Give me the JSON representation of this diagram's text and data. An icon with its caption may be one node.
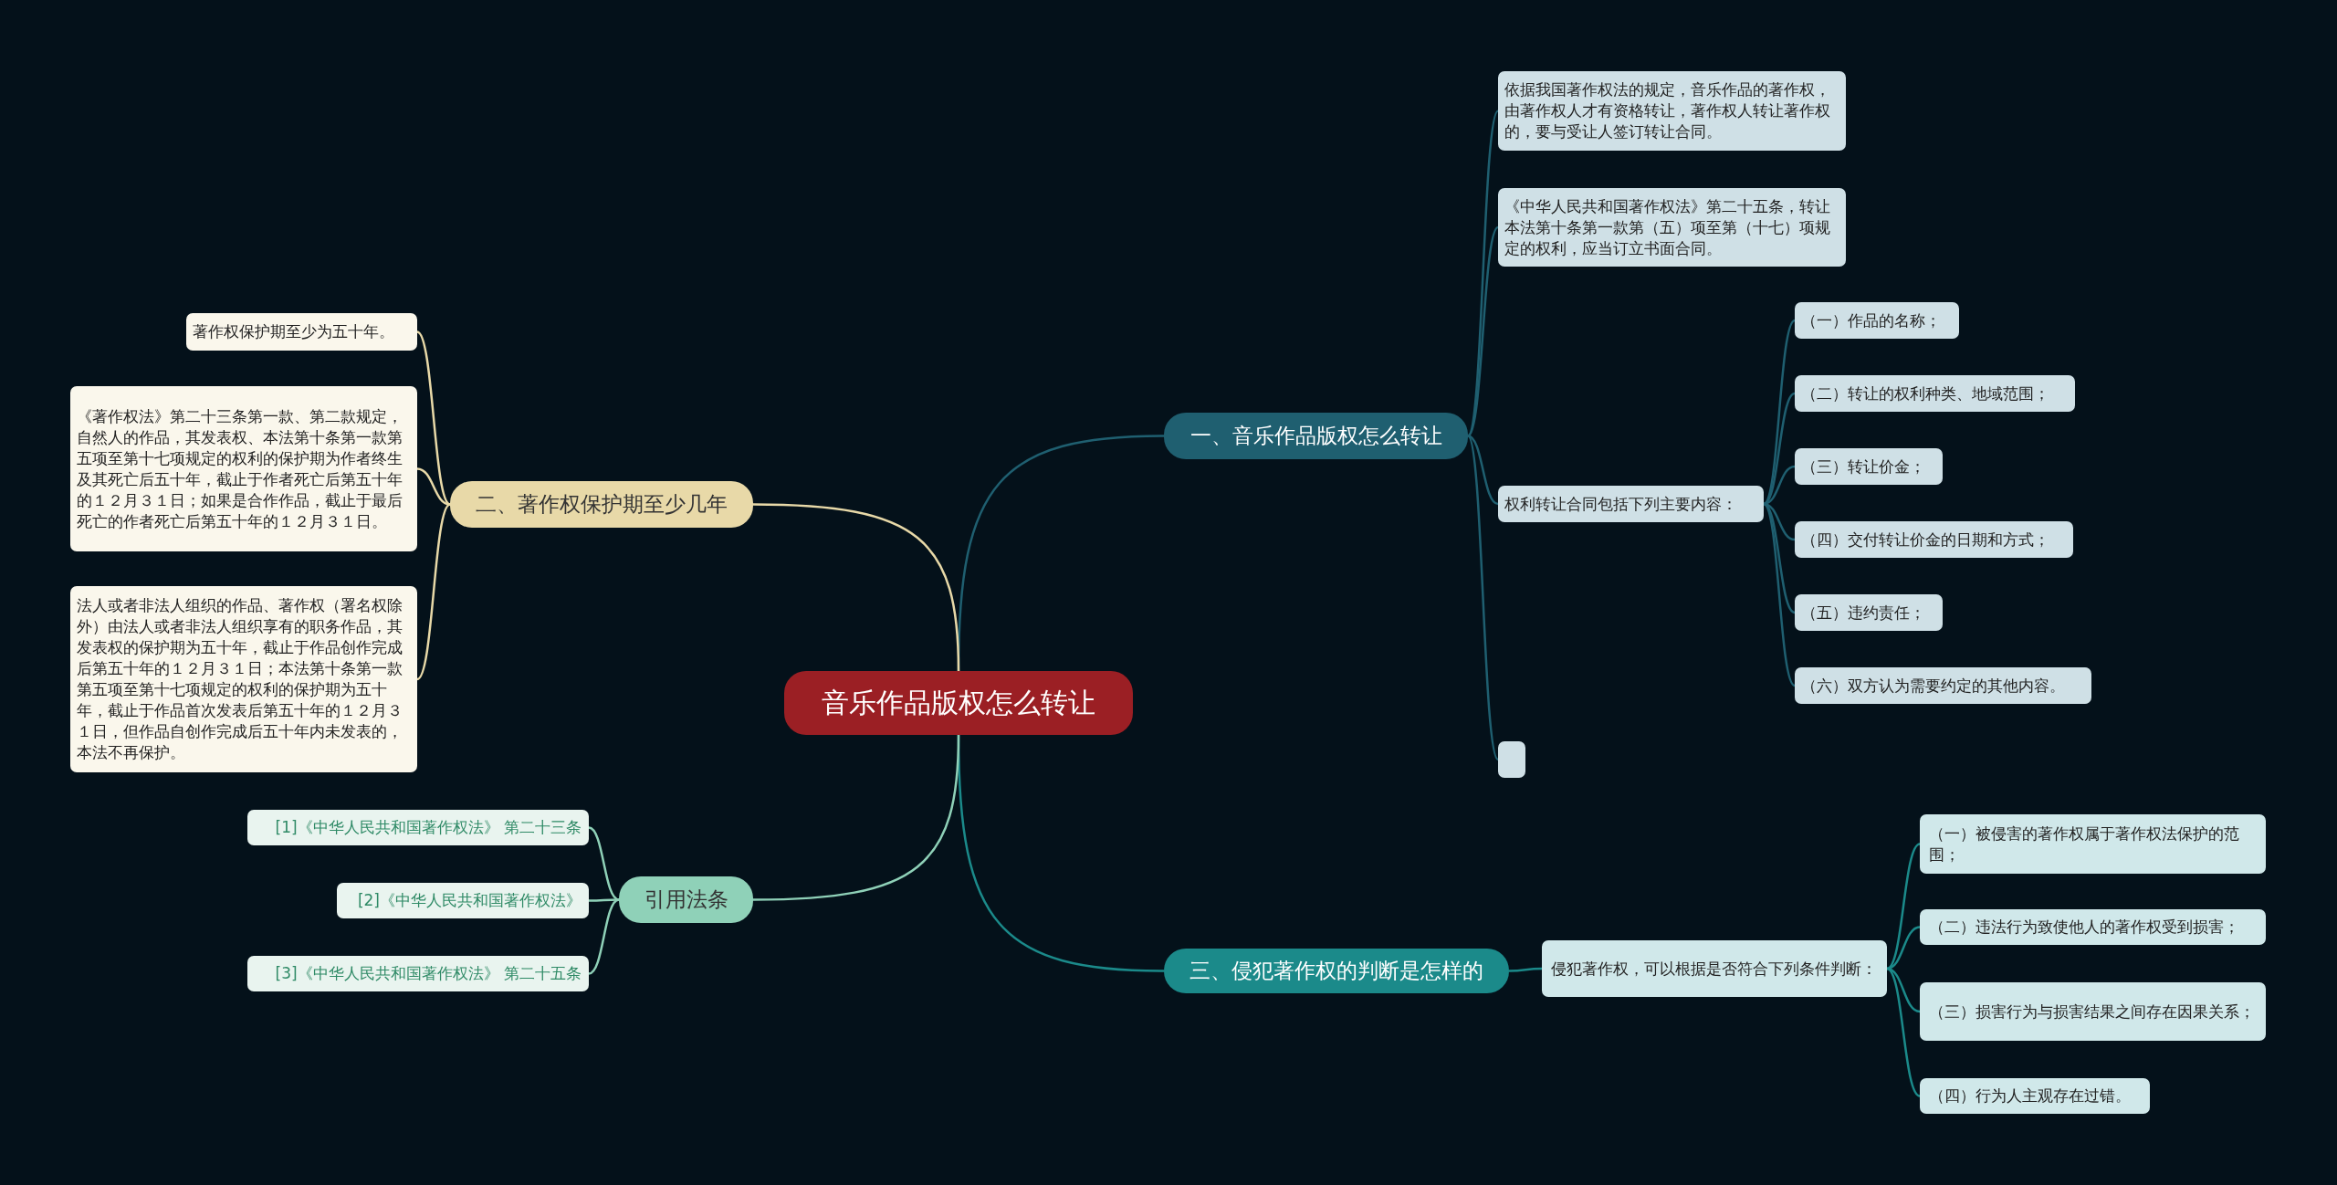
{
  "diagram": {
    "nodes": [
      {
        "text": [
          "音乐作品版权怎么转让"
        ]
      },
      {
        "text": [
          "一、音乐作品版权怎么转让"
        ]
      },
      {
        "text": [
          "依据我国著作权法的规定，音乐作品的著作权，由著作权人才有资格转让，著作权人转让著作权的，要与受让人签订转让合同。"
        ]
      },
      {
        "text": [
          "《中华人民共和国著作权法》第二十五条，转让本法第十条第一款第（五）项至第（十七）项规定的权利，应当订立书面合同。"
        ]
      },
      {
        "text": [
          "权利转让合同包括下列主要内容："
        ]
      },
      {
        "text": [
          "（一）作品的名称；"
        ]
      },
      {
        "text": [
          "（二）转让的权利种类、地域范围；"
        ]
      },
      {
        "text": [
          "（三）转让价金；"
        ]
      },
      {
        "text": [
          "（四）交付转让价金的日期和方式；"
        ]
      },
      {
        "text": [
          "（五）违约责任；"
        ]
      },
      {
        "text": [
          "（六）双方认为需要约定的其他内容。"
        ]
      },
      {
        "text": [],
        "shape": "box"
      },
      {
        "text": [
          "三、侵犯著作权的判断是怎样的"
        ]
      },
      {
        "text": [
          "侵犯著作权，可以根据是否符合下列条件判断："
        ]
      },
      {
        "text": [
          "（一）被侵害的著作权属于著作权法保护的范围；"
        ]
      },
      {
        "text": [
          "（二）违法行为致使他人的著作权受到损害；"
        ]
      },
      {
        "text": [
          "（三）损害行为与损害结果之间存在因果关系；"
        ]
      },
      {
        "text": [
          "（四）行为人主观存在过错。"
        ]
      },
      {
        "text": [
          "二、著作权保护期至少几年"
        ]
      },
      {
        "text": [
          "著作权保护期至少为五十年。"
        ]
      },
      {
        "text": [
          "《著作权法》第二十三条第一款、第二款规定，自然人的作品，其发表权、本法第十条第一款第五项至第十七项规定的权利的保护期为作者终生及其死亡后五十年，截止于作者死亡后第五十年的１２月３１日；如果是合作作品，截止于最后死亡的作者死亡后第五十年的１２月３１日。"
        ]
      },
      {
        "text": [
          "法人或者非法人组织的作品、著作权（署名权除外）由法人或者非法人组织享有的职务作品，其发表权的保护期为五十年，截止于作品创作完成后第五十年的１２月３１日；本法第十条第一款第五项至第十七项规定的权利的保护期为五十年，截止于作品首次发表后第五十年的１２月３１日，但作品自创作完成后五十年内未发表的，本法不再保护。"
        ]
      },
      {
        "text": [
          "引用法条"
        ]
      },
      {
        "text": [
          "[1]《中华人民共和国著作权法》 第二十三条"
        ]
      },
      {
        "text": [
          "[2]《中华人民共和国著作权法》"
        ]
      },
      {
        "text": [
          "[3]《中华人民共和国著作权法》 第二十五条"
        ]
      }
    ],
    "edges": [
      {
        "from": 0,
        "to": 1,
        "arrow": "none",
        "color": "#1f5f70"
      },
      {
        "from": 1,
        "to": 2,
        "arrow": "none",
        "color": "#1f5f70"
      },
      {
        "from": 1,
        "to": 3,
        "arrow": "none",
        "color": "#1f5f70"
      },
      {
        "from": 1,
        "to": 4,
        "arrow": "none",
        "color": "#1f5f70"
      },
      {
        "from": 4,
        "to": 5,
        "arrow": "none",
        "color": "#1f5f70"
      },
      {
        "from": 4,
        "to": 6,
        "arrow": "none",
        "color": "#1f5f70"
      },
      {
        "from": 4,
        "to": 7,
        "arrow": "none",
        "color": "#1f5f70"
      },
      {
        "from": 4,
        "to": 8,
        "arrow": "none",
        "color": "#1f5f70"
      },
      {
        "from": 4,
        "to": 9,
        "arrow": "none",
        "color": "#1f5f70"
      },
      {
        "from": 4,
        "to": 10,
        "arrow": "none",
        "color": "#1f5f70"
      },
      {
        "from": 1,
        "to": 11,
        "arrow": "none",
        "color": "#1f5f70"
      },
      {
        "from": 0,
        "to": 12,
        "arrow": "none",
        "color": "#1b8a8a"
      },
      {
        "from": 12,
        "to": 13,
        "arrow": "none",
        "color": "#1b8a8a"
      },
      {
        "from": 13,
        "to": 14,
        "arrow": "none",
        "color": "#1b8a8a"
      },
      {
        "from": 13,
        "to": 15,
        "arrow": "none",
        "color": "#1b8a8a"
      },
      {
        "from": 13,
        "to": 16,
        "arrow": "none",
        "color": "#1b8a8a"
      },
      {
        "from": 13,
        "to": 17,
        "arrow": "none",
        "color": "#1b8a8a"
      },
      {
        "from": 0,
        "to": 18,
        "arrow": "none",
        "color": "#e8d9a8"
      },
      {
        "from": 18,
        "to": 19,
        "arrow": "none",
        "color": "#e8d9a8"
      },
      {
        "from": 18,
        "to": 20,
        "arrow": "none",
        "color": "#e8d9a8"
      },
      {
        "from": 18,
        "to": 21,
        "arrow": "none",
        "color": "#e8d9a8"
      },
      {
        "from": 0,
        "to": 22,
        "arrow": "none",
        "color": "#8fd1b8"
      },
      {
        "from": 22,
        "to": 23,
        "arrow": "none",
        "color": "#8fd1b8"
      },
      {
        "from": 22,
        "to": 24,
        "arrow": "none",
        "color": "#8fd1b8"
      },
      {
        "from": 22,
        "to": 25,
        "arrow": "none",
        "color": "#8fd1b8"
      }
    ]
  }
}
